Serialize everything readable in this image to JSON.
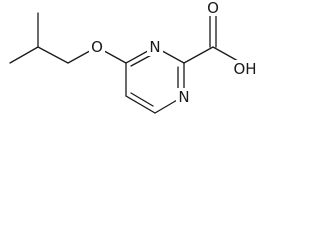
{
  "molecule": {
    "atoms": {
      "oxygen_ether": "O",
      "nitrogen_top": "N",
      "nitrogen_right": "N",
      "hydroxyl": "OH",
      "carbonyl_oxygen": "O"
    }
  }
}
